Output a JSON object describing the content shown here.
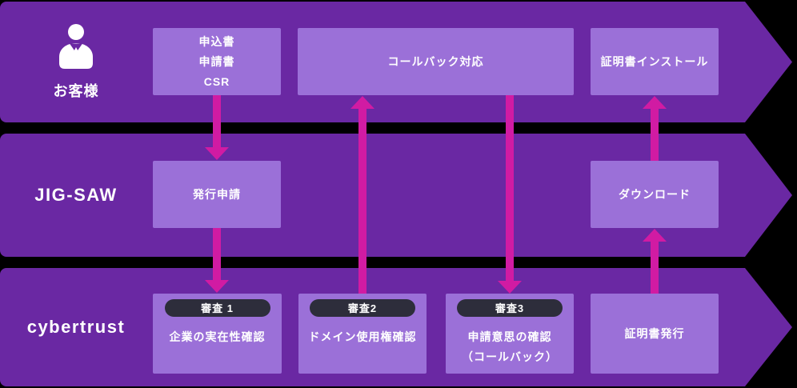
{
  "colors": {
    "background": "#000000",
    "band": "#6a28a3",
    "box": "#9b70d8",
    "arrow": "#d11ba3",
    "badge_bg": "#2d2d3b",
    "text": "#ffffff"
  },
  "lanes": [
    {
      "label": "お客様"
    },
    {
      "label": "JIG-SAW"
    },
    {
      "label": "cybertrust"
    }
  ],
  "boxes": {
    "application_docs": {
      "lines": [
        "申込書",
        "申請書",
        "CSR"
      ]
    },
    "callback_response": {
      "label": "コールバック対応"
    },
    "certificate_install": {
      "label": "証明書インストール"
    },
    "issue_request": {
      "label": "発行申請"
    },
    "download": {
      "label": "ダウンロード"
    },
    "review1": {
      "badge": "審査 1",
      "label": "企業の実在性確認"
    },
    "review2": {
      "badge": "審査2",
      "label": "ドメイン使用権確認"
    },
    "review3": {
      "badge": "審査3",
      "lines": [
        "申請意思の確認",
        "（コールバック）"
      ]
    },
    "certificate_issue": {
      "label": "証明書発行"
    }
  }
}
